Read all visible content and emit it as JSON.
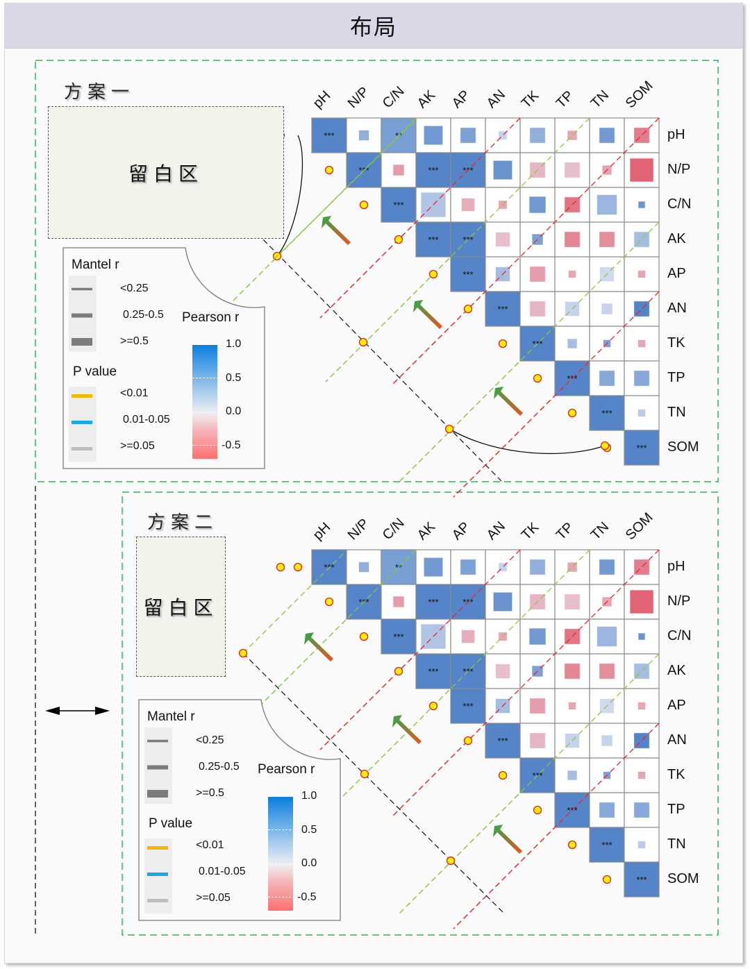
{
  "page": {
    "title": "布局"
  },
  "sections": [
    {
      "id": "plan1",
      "title": "方案一",
      "blank_label": "留白区"
    },
    {
      "id": "plan2",
      "title": "方案二",
      "blank_label": "留白区"
    }
  ],
  "legend": {
    "mantel_title": "Mantel r",
    "mantel_items": [
      "<0.25",
      "0.25-0.5",
      ">=0.5"
    ],
    "p_title": "P value",
    "p_items": [
      {
        "label": "<0.01",
        "color": "#f5b800"
      },
      {
        "label": "0.01-0.05",
        "color": "#1aa7e8"
      },
      {
        "label": ">=0.05",
        "color": "#bdbdbd"
      }
    ],
    "pearson_title": "Pearson r",
    "pearson_ticks": [
      "1.0",
      "0.5",
      "0.0",
      "-0.5"
    ],
    "colors": {
      "positive": "#0b7fe0",
      "neutral": "#f0eef0",
      "negative": "#ff7070"
    }
  },
  "chart_data": {
    "type": "heatmap",
    "title": "Pearson correlation matrix (upper triangle) with Mantel links",
    "variables": [
      "pH",
      "N/P",
      "C/N",
      "AK",
      "AP",
      "AN",
      "TK",
      "TP",
      "TN",
      "SOM"
    ],
    "matrix_upper": [
      [
        1.0,
        0.4,
        0.6,
        0.55,
        0.5,
        0.15,
        0.4,
        -0.3,
        0.55,
        -0.55
      ],
      [
        null,
        1.0,
        -0.35,
        0.9,
        0.9,
        0.6,
        -0.2,
        -0.15,
        -0.3,
        -0.7
      ],
      [
        null,
        null,
        1.0,
        0.25,
        -0.25,
        -0.3,
        0.55,
        -0.6,
        0.35,
        0.6
      ],
      [
        null,
        null,
        null,
        1.0,
        0.9,
        -0.15,
        0.5,
        -0.5,
        -0.45,
        0.3
      ],
      [
        null,
        null,
        null,
        null,
        1.0,
        0.3,
        -0.35,
        -0.3,
        0.1,
        -0.3
      ],
      [
        null,
        null,
        null,
        null,
        null,
        1.0,
        -0.2,
        0.15,
        0.15,
        0.7
      ],
      [
        null,
        null,
        null,
        null,
        null,
        null,
        1.0,
        0.3,
        0.5,
        -0.3
      ],
      [
        null,
        null,
        null,
        null,
        null,
        null,
        null,
        1.0,
        0.45,
        0.45
      ],
      [
        null,
        null,
        null,
        null,
        null,
        null,
        null,
        null,
        1.0,
        0.2
      ],
      [
        null,
        null,
        null,
        null,
        null,
        null,
        null,
        null,
        null,
        1.0
      ]
    ],
    "square_size_fraction": [
      [
        1,
        0.3,
        1,
        0.55,
        0.45,
        0.25,
        0.45,
        0.28,
        0.45,
        0.45
      ],
      [
        null,
        1,
        0.32,
        1,
        1,
        0.55,
        0.45,
        0.45,
        0.28,
        0.68
      ],
      [
        null,
        null,
        1,
        0.72,
        0.38,
        0.25,
        0.48,
        0.45,
        0.58,
        0.2
      ],
      [
        null,
        null,
        null,
        1,
        1,
        0.42,
        0.32,
        0.45,
        0.45,
        0.45
      ],
      [
        null,
        null,
        null,
        null,
        1,
        0.42,
        0.45,
        0.22,
        0.42,
        0.22
      ],
      [
        null,
        null,
        null,
        null,
        null,
        1,
        0.45,
        0.42,
        0.32,
        0.45
      ],
      [
        null,
        null,
        null,
        null,
        null,
        null,
        1,
        0.28,
        0.22,
        0.22
      ],
      [
        null,
        null,
        null,
        null,
        null,
        null,
        null,
        1,
        0.45,
        0.45
      ],
      [
        null,
        null,
        null,
        null,
        null,
        null,
        null,
        null,
        1,
        0.22
      ],
      [
        null,
        null,
        null,
        null,
        null,
        null,
        null,
        null,
        null,
        1
      ]
    ],
    "significance": {
      "0,0": "***",
      "0,2": "**",
      "1,1": "***",
      "1,3": "***",
      "1,4": "***",
      "2,2": "***",
      "3,3": "***",
      "3,4": "***",
      "4,4": "***",
      "5,5": "***",
      "6,6": "***",
      "7,7": "***",
      "8,8": "***",
      "9,9": "***"
    }
  }
}
